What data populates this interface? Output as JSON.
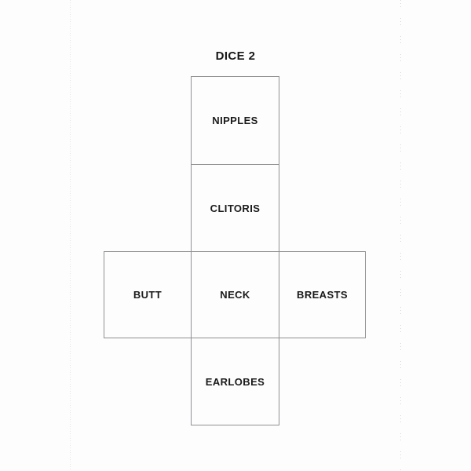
{
  "page": {
    "title": "DICE 2"
  },
  "net": {
    "type": "cube-net-cross",
    "faces": [
      {
        "position": "column-top",
        "label": "NIPPLES"
      },
      {
        "position": "column-second",
        "label": "CLITORIS"
      },
      {
        "position": "row-left",
        "label": "BUTT"
      },
      {
        "position": "row-center",
        "label": "NECK"
      },
      {
        "position": "row-right",
        "label": "BREASTS"
      },
      {
        "position": "column-bottom",
        "label": "EARLOBES"
      }
    ]
  },
  "colors": {
    "background": "#fdfdfd",
    "face_border": "#8e9092",
    "label_text": "#1b1b1b",
    "perforation_left": "#e3e7e5",
    "perforation_right": "#d3d8d6"
  }
}
